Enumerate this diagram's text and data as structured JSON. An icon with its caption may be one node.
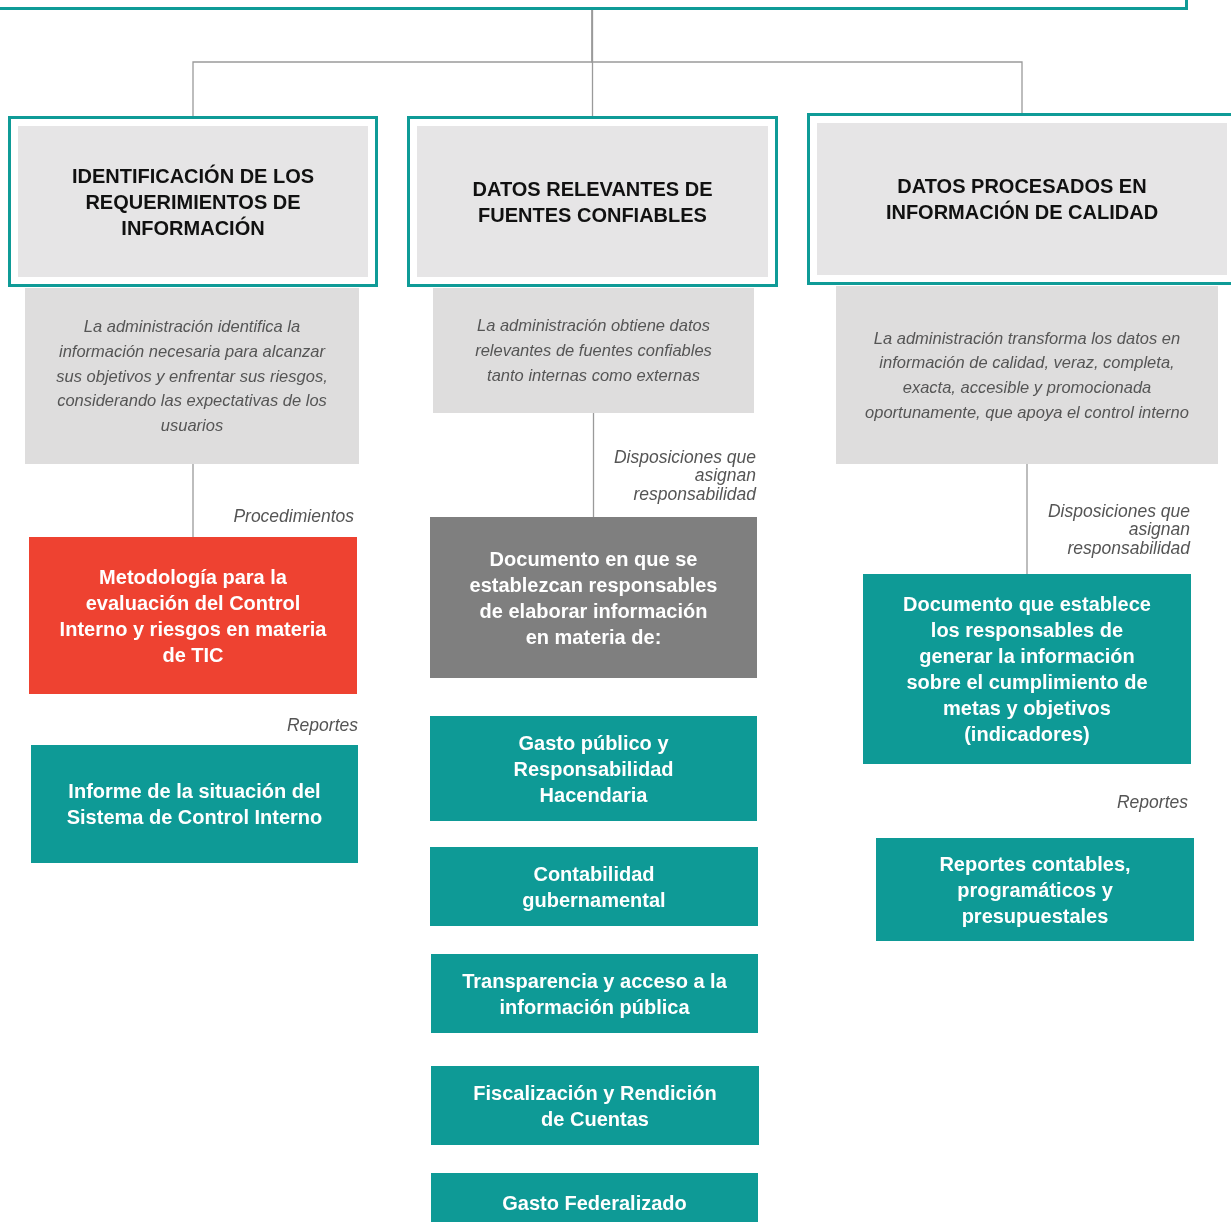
{
  "diagram": {
    "nodes": [
      {
        "text": [],
        "shape": "box"
      },
      {
        "text": [
          "IDENTIFICACIÓN DE LOS REQUERIMIENTOS DE INFORMACIÓN"
        ]
      },
      {
        "text": [
          "La administración identifica la información necesaria para alcanzar sus objetivos y enfrentar sus riesgos, considerando las expectativas de los usuarios"
        ]
      },
      {
        "text": [
          "DATOS RELEVANTES DE FUENTES CONFIABLES"
        ]
      },
      {
        "text": [
          "La administración obtiene datos relevantes de fuentes confiables tanto internas como externas"
        ]
      },
      {
        "text": [
          "DATOS PROCESADOS EN INFORMACIÓN DE CALIDAD"
        ]
      },
      {
        "text": [
          "La administración transforma los datos en información de calidad, veraz, completa, exacta, accesible y promocionada oportunamente, que apoya el control interno"
        ]
      },
      {
        "text": [
          "Metodología para la evaluación del Control Interno y riesgos en materia de TIC"
        ]
      },
      {
        "text": [
          "Informe de la situación del Sistema de Control Interno"
        ],
        "beside": [
          "Reportes"
        ]
      },
      {
        "text": [
          "Documento en que se establezcan responsables de elaborar información en materia de:"
        ]
      },
      {
        "text": [
          "Gasto público y Responsabilidad Hacendaria"
        ]
      },
      {
        "text": [
          "Contabilidad gubernamental"
        ]
      },
      {
        "text": [
          "Transparencia y acceso a la información pública"
        ]
      },
      {
        "text": [
          "Fiscalización y Rendición de Cuentas"
        ]
      },
      {
        "text": [
          "Gasto Federalizado"
        ]
      },
      {
        "text": [
          "Documento que establece los responsables de generar la información sobre el cumplimiento de metas y objetivos (indicadores)"
        ]
      },
      {
        "text": [
          "Reportes contables, programáticos y presupuestales"
        ],
        "beside": [
          "Reportes"
        ]
      }
    ],
    "edges": [
      {
        "from": 0,
        "to": 1,
        "arrow": "none"
      },
      {
        "from": 0,
        "to": 3,
        "arrow": "none"
      },
      {
        "from": 0,
        "to": 5,
        "arrow": "none"
      },
      {
        "from": 2,
        "to": 7,
        "arrow": "none",
        "label": "Procedimientos"
      },
      {
        "from": 4,
        "to": 9,
        "arrow": "none",
        "label": "Disposiciones que asignan responsabilidad"
      },
      {
        "from": 6,
        "to": 15,
        "arrow": "none",
        "label": "Disposiciones que asignan responsabilidad"
      }
    ]
  }
}
